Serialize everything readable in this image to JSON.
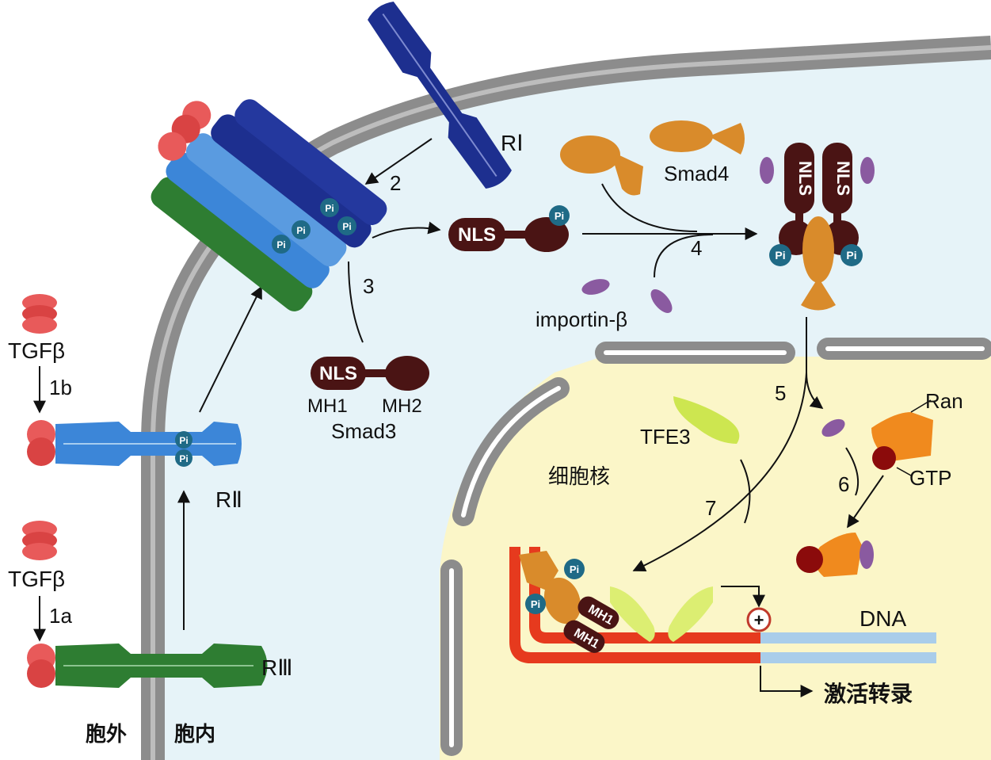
{
  "labels": {
    "tgf_beta_top": "TGFβ",
    "tgf_beta_bottom": "TGFβ",
    "step_1a": "1a",
    "step_1b": "1b",
    "step_2": "2",
    "step_3": "3",
    "step_4": "4",
    "step_5": "5",
    "step_6": "6",
    "step_7": "7",
    "receptor_1": "RⅠ",
    "receptor_2": "RⅡ",
    "receptor_3": "RⅢ",
    "smad4": "Smad4",
    "smad3": "Smad3",
    "mh1": "MH1",
    "mh2": "MH2",
    "nls": "NLS",
    "pi": "Pi",
    "importin": "importin-β",
    "tfe3": "TFE3",
    "ran": "Ran",
    "gtp": "GTP",
    "dna": "DNA",
    "nucleus": "细胞核",
    "outside": "胞外",
    "inside": "胞内",
    "activate_transcription": "激活转录",
    "plus": "+"
  },
  "colors": {
    "membrane": "#8c8c8c",
    "cytoplasm": "#e6f3f8",
    "nucleoplasm": "#fbf6c8",
    "ligand": "#e85a5a",
    "receptor_1": "#1d2f8f",
    "receptor_2": "#3c86d8",
    "receptor_3": "#2e7d32",
    "smad3": "#4a1414",
    "smad4": "#d98b2b",
    "importin": "#8a5aa0",
    "tfe3": "#cde650",
    "ran": "#f08a1e",
    "gtp": "#8b0b0b",
    "dna_red": "#e63a1e",
    "dna_blue": "#a9cdea",
    "pi": "#1f6a86"
  }
}
